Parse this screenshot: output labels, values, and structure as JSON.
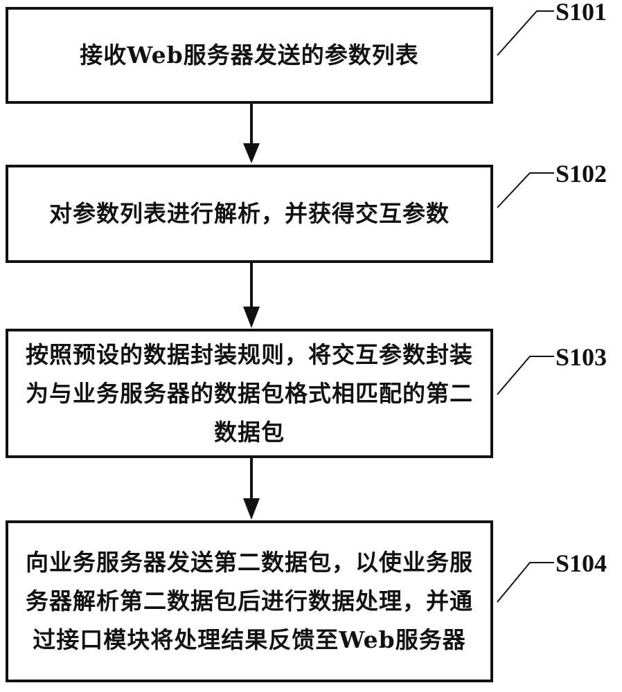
{
  "steps": [
    {
      "id": "S101",
      "text": "接收Web服务器发送的参数列表"
    },
    {
      "id": "S102",
      "text": "对参数列表进行解析，并获得交互参数"
    },
    {
      "id": "S103",
      "text": "按照预设的数据封装规则，将交互参数封装为与业务服务器的数据包格式相匹配的第二数据包"
    },
    {
      "id": "S104",
      "text": "向业务服务器发送第二数据包，以使业务服务器解析第二数据包后进行数据处理，并通过接口模块将处理结果反馈至Web服务器"
    }
  ]
}
